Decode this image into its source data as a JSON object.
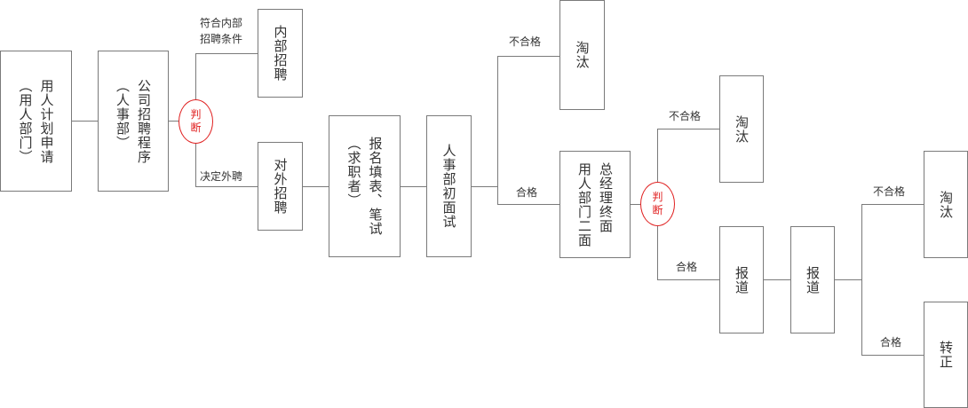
{
  "colors": {
    "line": "#7a7a7a",
    "decision": "#e02020",
    "text": "#333333"
  },
  "nodes": {
    "plan": {
      "line1": "用人计划申请",
      "line2": "（用人部门）"
    },
    "procedure": {
      "line1": "公司招聘程序",
      "line2": "（人事部）"
    },
    "judge1": {
      "line1": "判",
      "line2": "断"
    },
    "internal": "内部招聘",
    "external": "对外招聘",
    "apply": {
      "line1": "报名填表、笔试",
      "line2": "（求职者）"
    },
    "hr_interview": "人事部初面试",
    "reject1": "淘汰",
    "second": {
      "line1": "总经理终面",
      "line2": "用人部门二面"
    },
    "judge2": {
      "line1": "判",
      "line2": "断"
    },
    "reject2": "淘汰",
    "report1": "报道",
    "report2": "报道",
    "reject3": "淘汰",
    "regular": "转正"
  },
  "labels": {
    "internal_cond": {
      "line1": "符合内部",
      "line2": "招聘条件"
    },
    "external_cond": "决定外聘",
    "fail1": "不合格",
    "pass1": "合格",
    "fail2": "不合格",
    "pass2": "合格",
    "fail3": "不合格",
    "pass3": "合格"
  }
}
